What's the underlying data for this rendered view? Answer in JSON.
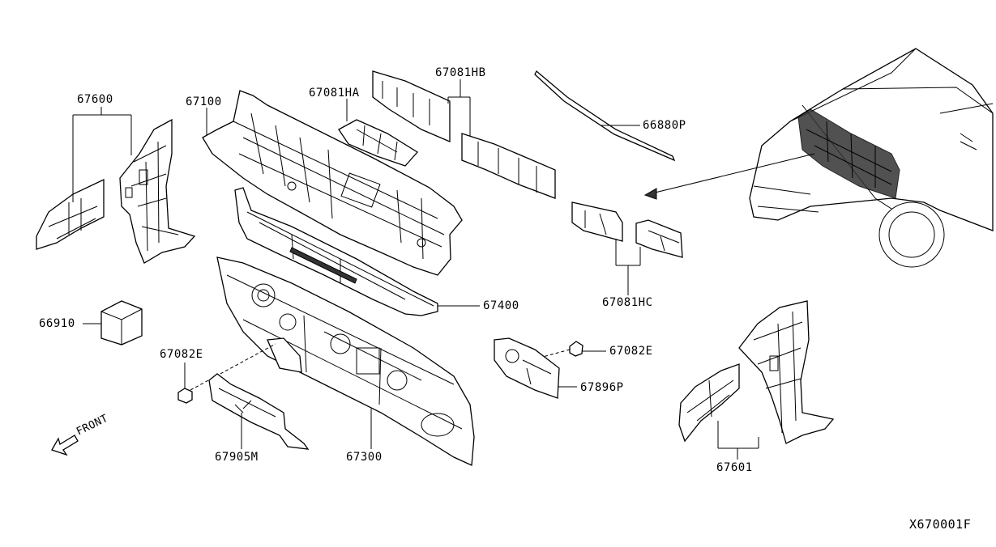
{
  "diagram": {
    "code": "X670001F",
    "front_label": "FRONT",
    "parts": [
      {
        "id": "67600",
        "label": "67600"
      },
      {
        "id": "67100",
        "label": "67100"
      },
      {
        "id": "67081HA",
        "label": "67081HA"
      },
      {
        "id": "67081HB",
        "label": "67081HB"
      },
      {
        "id": "66880P",
        "label": "66880P"
      },
      {
        "id": "67400",
        "label": "67400"
      },
      {
        "id": "66910",
        "label": "66910"
      },
      {
        "id": "67082E-left",
        "label": "67082E"
      },
      {
        "id": "67905M",
        "label": "67905M"
      },
      {
        "id": "67300",
        "label": "67300"
      },
      {
        "id": "67081HC",
        "label": "67081HC"
      },
      {
        "id": "67082E-right",
        "label": "67082E"
      },
      {
        "id": "67896P",
        "label": "67896P"
      },
      {
        "id": "67601",
        "label": "67601"
      }
    ]
  }
}
